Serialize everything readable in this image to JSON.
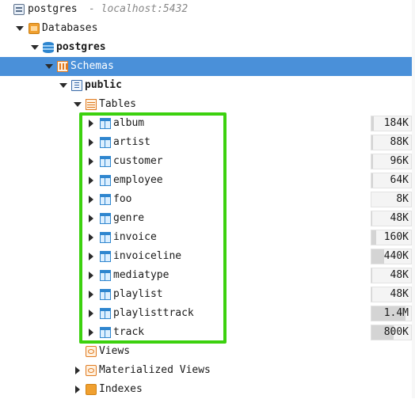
{
  "tree": {
    "connection": {
      "name": "postgres",
      "host": "- localhost:5432"
    },
    "databases_label": "Databases",
    "database_label": "postgres",
    "schemas_label": "Schemas",
    "schema_label": "public",
    "tables_label": "Tables",
    "tables": [
      {
        "name": "album",
        "size": "184K",
        "fill": 0.06
      },
      {
        "name": "artist",
        "size": "88K",
        "fill": 0.04
      },
      {
        "name": "customer",
        "size": "96K",
        "fill": 0.04
      },
      {
        "name": "employee",
        "size": "64K",
        "fill": 0.03
      },
      {
        "name": "foo",
        "size": "8K",
        "fill": 0.0
      },
      {
        "name": "genre",
        "size": "48K",
        "fill": 0.02
      },
      {
        "name": "invoice",
        "size": "160K",
        "fill": 0.12
      },
      {
        "name": "invoiceline",
        "size": "440K",
        "fill": 0.31
      },
      {
        "name": "mediatype",
        "size": "48K",
        "fill": 0.02
      },
      {
        "name": "playlist",
        "size": "48K",
        "fill": 0.02
      },
      {
        "name": "playlisttrack",
        "size": "1.4M",
        "fill": 0.85
      },
      {
        "name": "track",
        "size": "800K",
        "fill": 0.55
      }
    ],
    "views_label": "Views",
    "materialized_views_label": "Materialized Views",
    "indexes_label": "Indexes"
  },
  "colors": {
    "selection": "#4a90d9",
    "highlight": "#3cd10f"
  }
}
